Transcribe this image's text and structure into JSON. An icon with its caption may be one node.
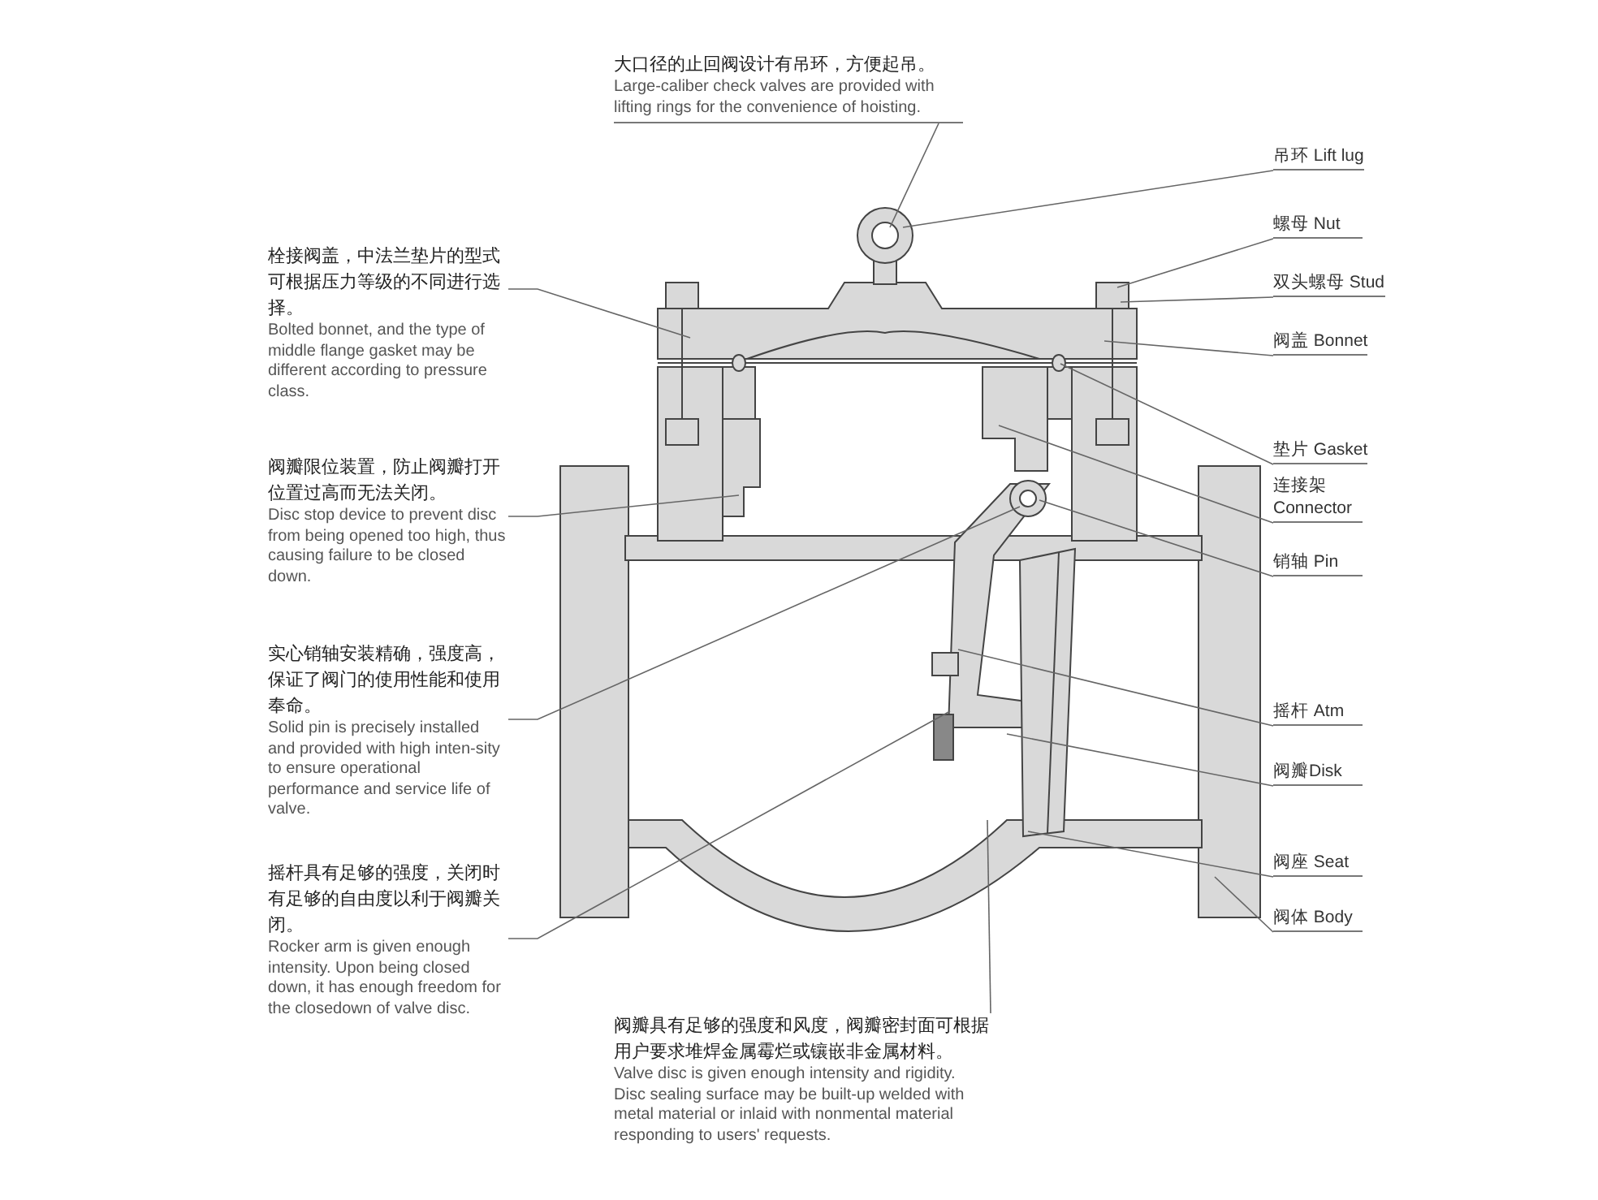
{
  "diagram": {
    "nodes": [
      {
        "text": [
          "大口径的止回阀设计有吊环，方便起吊。",
          "Large-caliber check valves are provided with lifting rings for the convenience of hoisting."
        ]
      },
      {
        "text": [
          "栓接阀盖，中法兰垫片的型式可根据压力等级的不同进行选择。",
          "Bolted bonnet, and the type of middle flange gasket may be different according to pressure class."
        ]
      },
      {
        "text": [
          "阀瓣限位装置，防止阀瓣打开位置过高而无法关闭。",
          "Disc stop device to prevent disc from being opened too high, thus causing failure to be closed down."
        ]
      },
      {
        "text": [
          "实心销轴安装精确，强度高，保证了阀门的使用性能和使用奉命。",
          "Solid pin is precisely installed and provided with high inten-sity to ensure operational performance and service life of valve."
        ]
      },
      {
        "text": [
          "摇杆具有足够的强度，关闭时有足够的自由度以利于阀瓣关闭。",
          "Rocker arm is given enough intensity. Upon being closed down, it has enough freedom for the closedown of valve disc."
        ]
      },
      {
        "text": [
          "阀瓣具有足够的强度和风度，阀瓣密封面可根据用户要求堆焊金属霉烂或镶嵌非金属材料。",
          "Valve disc is given enough intensity and rigidity. Disc sealing surface may be built-up welded with metal material or inlaid with nonmental material responding to users' requests."
        ]
      },
      {
        "text": [
          "吊环 Lift lug"
        ]
      },
      {
        "text": [
          "螺母 Nut"
        ]
      },
      {
        "text": [
          "双头螺母 Stud"
        ]
      },
      {
        "text": [
          "阀盖 Bonnet"
        ]
      },
      {
        "text": [
          "垫片 Gasket"
        ]
      },
      {
        "text": [
          "连接架 Connector"
        ]
      },
      {
        "text": [
          "销轴 Pin"
        ]
      },
      {
        "text": [
          "摇杆 Atm"
        ]
      },
      {
        "text": [
          "阀瓣Disk"
        ]
      },
      {
        "text": [
          "阀座 Seat"
        ]
      },
      {
        "text": [
          "阀体 Body"
        ]
      }
    ],
    "edges": [
      {
        "from": 0,
        "to": null,
        "arrow": "none"
      },
      {
        "from": 1,
        "to": null,
        "arrow": "none"
      },
      {
        "from": 2,
        "to": null,
        "arrow": "none"
      },
      {
        "from": 3,
        "to": null,
        "arrow": "none"
      },
      {
        "from": 4,
        "to": null,
        "arrow": "none"
      },
      {
        "from": 5,
        "to": null,
        "arrow": "none"
      },
      {
        "from": 6,
        "to": null,
        "arrow": "none"
      },
      {
        "from": 7,
        "to": null,
        "arrow": "none"
      },
      {
        "from": 8,
        "to": null,
        "arrow": "none"
      },
      {
        "from": 9,
        "to": null,
        "arrow": "none"
      },
      {
        "from": 10,
        "to": null,
        "arrow": "none"
      },
      {
        "from": 11,
        "to": null,
        "arrow": "none"
      },
      {
        "from": 12,
        "to": null,
        "arrow": "none"
      },
      {
        "from": 13,
        "to": null,
        "arrow": "none"
      },
      {
        "from": 14,
        "to": null,
        "arrow": "none"
      },
      {
        "from": 15,
        "to": null,
        "arrow": "none"
      },
      {
        "from": 16,
        "to": null,
        "arrow": "none"
      }
    ]
  }
}
